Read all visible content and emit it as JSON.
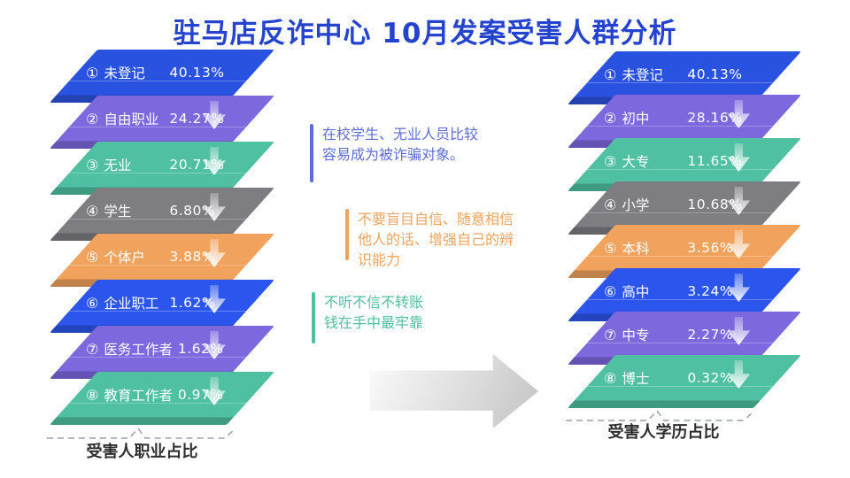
{
  "title": "驻马店反诈中心 10月发案受害人群分析",
  "title_color": "#2443cf",
  "charts": {
    "occupation": {
      "caption": "受害人职业占比",
      "rows": [
        {
          "num": "①",
          "label": "未登记",
          "value": "40.13%",
          "color": "#2a52e0"
        },
        {
          "num": "②",
          "label": "自由职业",
          "value": "24.27%",
          "color": "#7d68de"
        },
        {
          "num": "③",
          "label": "无业",
          "value": "20.71%",
          "color": "#4fc0a2"
        },
        {
          "num": "④",
          "label": "学生",
          "value": "6.80%",
          "color": "#7d7d82"
        },
        {
          "num": "⑤",
          "label": "个体户",
          "value": "3.88%",
          "color": "#f1a35e"
        },
        {
          "num": "⑥",
          "label": "企业职工",
          "value": "1.62%",
          "color": "#2b55ec"
        },
        {
          "num": "⑦",
          "label": "医务工作者",
          "value": "1.62%",
          "color": "#7d68de"
        },
        {
          "num": "⑧",
          "label": "教育工作者",
          "value": "0.97%",
          "color": "#4fc0a2"
        }
      ]
    },
    "education": {
      "caption": "受害人学历占比",
      "rows": [
        {
          "num": "①",
          "label": "未登记",
          "value": "40.13%",
          "color": "#2a52e0"
        },
        {
          "num": "②",
          "label": "初中",
          "value": "28.16%",
          "color": "#7d68de"
        },
        {
          "num": "③",
          "label": "大专",
          "value": "11.65%",
          "color": "#4fc0a2"
        },
        {
          "num": "④",
          "label": "小学",
          "value": "10.68%",
          "color": "#7d7d82"
        },
        {
          "num": "⑤",
          "label": "本科",
          "value": "3.56%",
          "color": "#f1a35e"
        },
        {
          "num": "⑥",
          "label": "高中",
          "value": "3.24%",
          "color": "#2b55ec"
        },
        {
          "num": "⑦",
          "label": "中专",
          "value": "2.27%",
          "color": "#7d68de"
        },
        {
          "num": "⑧",
          "label": "博士",
          "value": "0.32%",
          "color": "#4fc0a2"
        }
      ]
    }
  },
  "notes": [
    {
      "text": "在校学生、无业人员比较\n容易成为被诈骗对象。",
      "color": "#5c6cd8"
    },
    {
      "text": "不要盲目自信、随意相信\n他人的话、增强自己的辨\n识能力",
      "color": "#f0a35c"
    },
    {
      "text": "不听不信不转账\n钱在手中最牢靠",
      "color": "#4fbfa2"
    }
  ],
  "chart_data": [
    {
      "type": "bar",
      "title": "受害人职业占比",
      "categories": [
        "未登记",
        "自由职业",
        "无业",
        "学生",
        "个体户",
        "企业职工",
        "医务工作者",
        "教育工作者"
      ],
      "values": [
        40.13,
        24.27,
        20.71,
        6.8,
        3.88,
        1.62,
        1.62,
        0.97
      ],
      "unit": "%",
      "xlabel": "",
      "ylabel": "占比",
      "ylim": [
        0,
        100
      ],
      "legend": false,
      "grid": false,
      "colors": [
        "#2a52e0",
        "#7d68de",
        "#4fc0a2",
        "#7d7d82",
        "#f1a35e",
        "#2b55ec",
        "#7d68de",
        "#4fc0a2"
      ]
    },
    {
      "type": "bar",
      "title": "受害人学历占比",
      "categories": [
        "未登记",
        "初中",
        "大专",
        "小学",
        "本科",
        "高中",
        "中专",
        "博士"
      ],
      "values": [
        40.13,
        28.16,
        11.65,
        10.68,
        3.56,
        3.24,
        2.27,
        0.32
      ],
      "unit": "%",
      "xlabel": "",
      "ylabel": "占比",
      "ylim": [
        0,
        100
      ],
      "legend": false,
      "grid": false,
      "colors": [
        "#2a52e0",
        "#7d68de",
        "#4fc0a2",
        "#7d7d82",
        "#f1a35e",
        "#2b55ec",
        "#7d68de",
        "#4fc0a2"
      ]
    }
  ]
}
